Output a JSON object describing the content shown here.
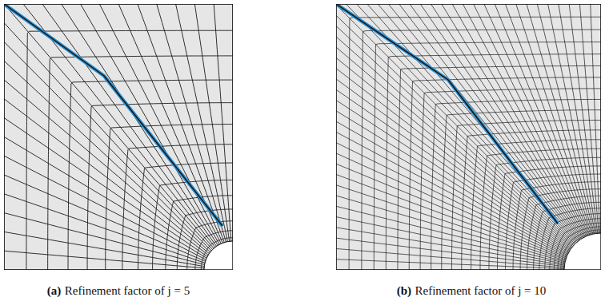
{
  "diagram": {
    "labels": [
      "(a)",
      "Refinement factor of j = 5",
      "(b)",
      "Refinement factor of j = 10"
    ]
  }
}
